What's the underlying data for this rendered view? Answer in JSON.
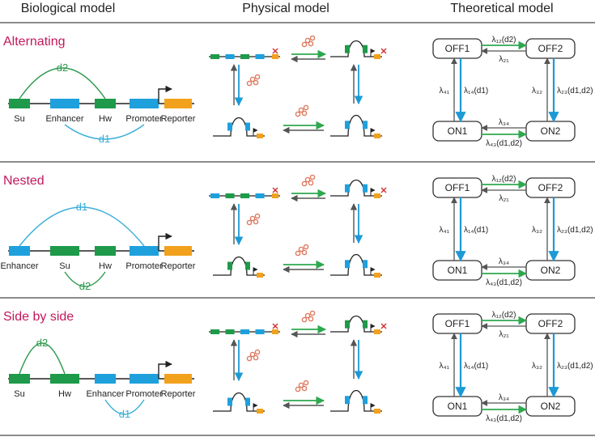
{
  "headers": {
    "biological": "Biological model",
    "physical": "Physical model",
    "theoretical": "Theoretical model"
  },
  "colors": {
    "su_hw": "#1e9a4a",
    "enhancer_promoter": "#1ea0dc",
    "reporter": "#f2a11d",
    "title": "#c2185b",
    "d1_line": "#3aaed8",
    "d2_line": "#2e9a4f",
    "arrow_green": "#2ea84f",
    "arrow_blue": "#1b9ad6",
    "arrow_gray": "#555555",
    "protein": "#e07a5f"
  },
  "icons": [
    "promoter-arrow-icon",
    "protein-cluster-icon",
    "blocked-x-icon"
  ],
  "rows": [
    {
      "title": "Alternating",
      "elements": [
        "Su",
        "Enhancer",
        "Hw",
        "Promoter",
        "Reporter"
      ],
      "d_top": "d2",
      "d_bottom": "d1"
    },
    {
      "title": "Nested",
      "elements": [
        "Enhancer",
        "Su",
        "Hw",
        "Promoter",
        "Reporter"
      ],
      "d_top": "d1",
      "d_bottom": "d2"
    },
    {
      "title": "Side by side",
      "elements": [
        "Su",
        "Hw",
        "Enhancer",
        "Promoter",
        "Reporter"
      ],
      "d_top": "d2",
      "d_bottom": "d1"
    }
  ],
  "theoretical": {
    "states": [
      "OFF1",
      "OFF2",
      "ON1",
      "ON2"
    ],
    "rates": {
      "r12": "λ₁₂(d2)",
      "r21": "λ₂₁",
      "r41": "λ₄₁",
      "r14": "λ₁₄(d1)",
      "r32": "λ₃₂",
      "r23": "λ₂₃(d1,d2)",
      "r34": "λ₃₄",
      "r43": "λ₄₃(d1,d2)"
    }
  }
}
